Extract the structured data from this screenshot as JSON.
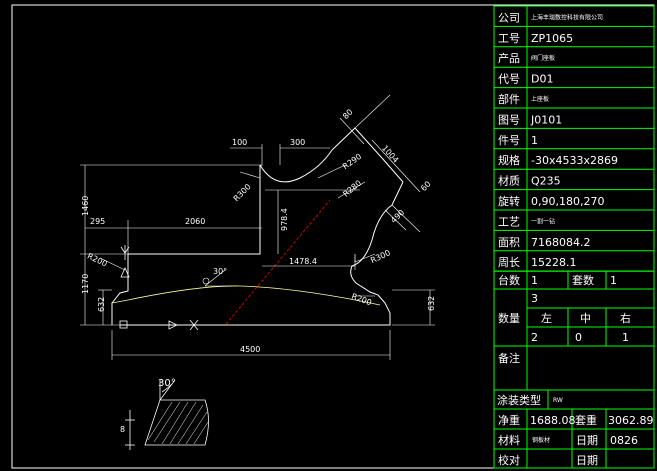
{
  "title_block": {
    "rows": [
      {
        "label": "公司",
        "value": "上海丰瑞数控科技有限公司"
      },
      {
        "label": "工号",
        "value": "ZP1065"
      },
      {
        "label": "产品",
        "value": "阀门座板"
      },
      {
        "label": "代号",
        "value": "D01"
      },
      {
        "label": "部件",
        "value": "上座板"
      },
      {
        "label": "图号",
        "value": "J0101"
      },
      {
        "label": "件号",
        "value": "1"
      },
      {
        "label": "规格",
        "value": "-30x4533x2869"
      },
      {
        "label": "材质",
        "value": "Q235"
      },
      {
        "label": "旋转",
        "value": "0,90,180,270"
      },
      {
        "label": "工艺",
        "value": "一割一钻"
      },
      {
        "label": "面积",
        "value": "7168084.2"
      },
      {
        "label": "周长",
        "value": "15228.1"
      }
    ],
    "count_label": "台数",
    "count_value": "1",
    "sets_label": "套数",
    "sets_value": "1",
    "quantity_label": "数量",
    "quantity_total": "3",
    "quantity_headers": [
      "左",
      "中",
      "右"
    ],
    "quantity_values": [
      "2",
      "0",
      "1"
    ],
    "remarks_label": "备注",
    "coating_label": "涂装类型",
    "coating_value": "RW",
    "net_weight_label": "净重",
    "net_weight_value": "1688.08",
    "gross_weight_label": "套重",
    "gross_weight_value": "3062.89",
    "material_label": "材料",
    "material_value": "钢板材",
    "date_label": "日期",
    "date_value": "0826",
    "check_label": "校对",
    "check_date_label": "日期"
  },
  "dimensions": {
    "d100": "100",
    "d300": "300",
    "d1460": "1460",
    "d295": "295",
    "d2060": "2060",
    "d978": "978.4",
    "d1478": "1478.4",
    "d1170": "1170",
    "d632_left": "632",
    "d632_right": "632",
    "d4500": "4500",
    "r300_top": "R300",
    "r300_right": "R300",
    "r200_left": "R200",
    "r200_right": "R200",
    "r290": "R290",
    "r280": "R280",
    "d80": "80",
    "d1004": "1004",
    "d60": "60",
    "d490": "490",
    "angle30": "30°",
    "weld_angle": "30°",
    "weld_size": "8"
  },
  "colors": {
    "lines": "#ffffff",
    "frame": "#00ff00",
    "cut_line": "#ff0000",
    "edge": "#ffff99"
  }
}
